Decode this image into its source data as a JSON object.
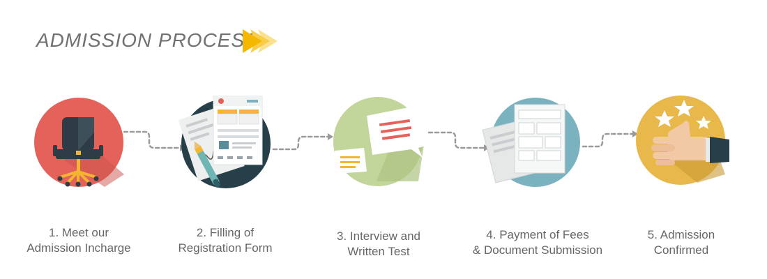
{
  "title": "ADMISSION PROCESS",
  "colors": {
    "title": "#707070",
    "arrow_dark": "#f5b800",
    "arrow_mid": "#f9cd4a",
    "arrow_light": "#fbe08e",
    "connector": "#9a9a9a",
    "label": "#666666",
    "step1_circle": "#e4625a",
    "step2_circle": "#263f48",
    "step3_circle": "#c2d59b",
    "step4_circle": "#7ab3bf",
    "step5_circle": "#e9b84a"
  },
  "steps": [
    {
      "id": "meet",
      "line1": "1. Meet our",
      "line2": "Admission Incharge",
      "icon": "office-chair-icon"
    },
    {
      "id": "registration",
      "line1": "2. Filling of",
      "line2": "Registration Form",
      "icon": "form-and-pen-icon"
    },
    {
      "id": "interview",
      "line1": "3. Interview and",
      "line2": "Written Test",
      "icon": "speech-bubbles-icon"
    },
    {
      "id": "payment",
      "line1": "4. Payment of Fees",
      "line2": "& Document Submission",
      "icon": "documents-icon"
    },
    {
      "id": "confirmed",
      "line1": "5. Admission",
      "line2": "Confirmed",
      "icon": "thumbs-up-icon"
    }
  ]
}
